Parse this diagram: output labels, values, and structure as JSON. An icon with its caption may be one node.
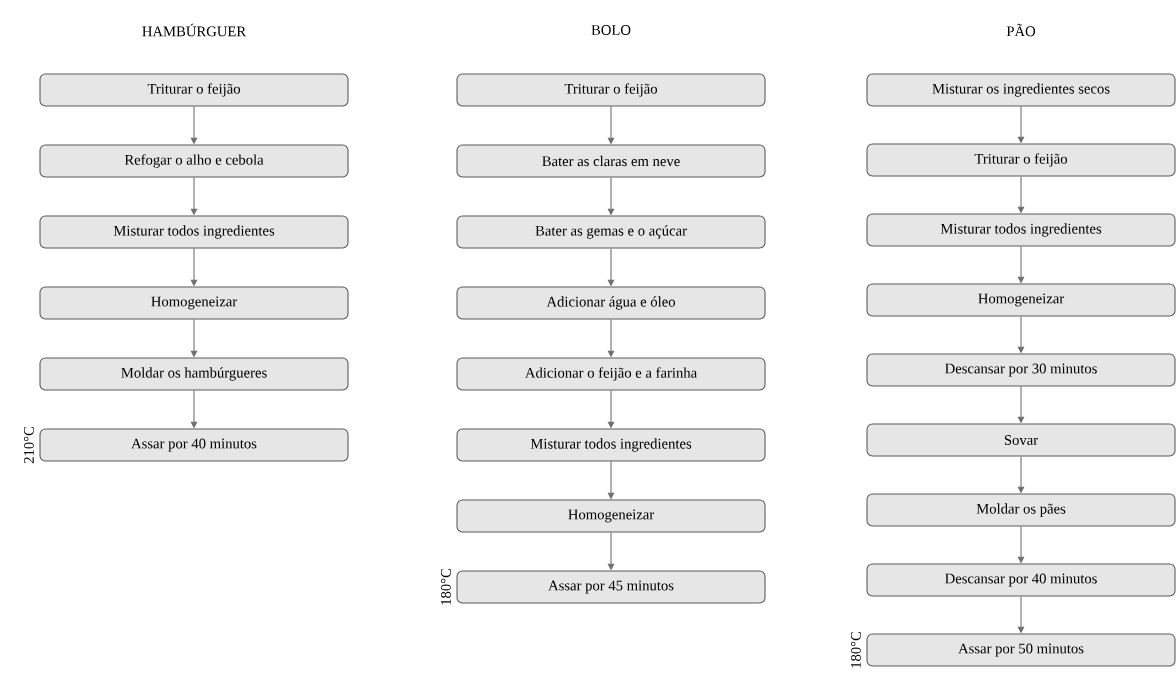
{
  "diagram": {
    "nodes": [
      {
        "text": [
          "Triturar o feijão"
        ]
      },
      {
        "text": [
          "Refogar o alho e cebola"
        ]
      },
      {
        "text": [
          "Misturar todos ingredientes"
        ]
      },
      {
        "text": [
          "Homogeneizar"
        ]
      },
      {
        "text": [
          "Moldar os hambúrgueres"
        ]
      },
      {
        "text": [
          "Assar por 40 minutos"
        ],
        "beside": [
          "210°C"
        ]
      },
      {
        "text": [
          "Triturar o feijão"
        ]
      },
      {
        "text": [
          "Bater as claras em neve"
        ]
      },
      {
        "text": [
          "Bater as gemas e o açúcar"
        ]
      },
      {
        "text": [
          "Adicionar água e óleo"
        ]
      },
      {
        "text": [
          "Adicionar o feijão e a farinha"
        ]
      },
      {
        "text": [
          "Misturar todos ingredientes"
        ]
      },
      {
        "text": [
          "Homogeneizar"
        ]
      },
      {
        "text": [
          "Assar por 45 minutos"
        ],
        "beside": [
          "180°C"
        ]
      },
      {
        "text": [
          "Misturar os ingredientes secos"
        ]
      },
      {
        "text": [
          "Triturar o feijão"
        ]
      },
      {
        "text": [
          "Misturar todos ingredientes"
        ]
      },
      {
        "text": [
          "Homogeneizar"
        ]
      },
      {
        "text": [
          "Descansar por 30 minutos"
        ]
      },
      {
        "text": [
          "Sovar"
        ]
      },
      {
        "text": [
          "Moldar os pães"
        ]
      },
      {
        "text": [
          "Descansar por 40 minutos"
        ]
      },
      {
        "text": [
          "Assar por 50 minutos"
        ],
        "beside": [
          "180°C"
        ]
      }
    ],
    "edges": [
      {
        "from": 0,
        "to": 1,
        "arrow": "to"
      },
      {
        "from": 1,
        "to": 2,
        "arrow": "to"
      },
      {
        "from": 2,
        "to": 3,
        "arrow": "to"
      },
      {
        "from": 3,
        "to": 4,
        "arrow": "to"
      },
      {
        "from": 4,
        "to": 5,
        "arrow": "to"
      },
      {
        "from": 6,
        "to": 7,
        "arrow": "to"
      },
      {
        "from": 7,
        "to": 8,
        "arrow": "to"
      },
      {
        "from": 8,
        "to": 9,
        "arrow": "to"
      },
      {
        "from": 9,
        "to": 10,
        "arrow": "to"
      },
      {
        "from": 10,
        "to": 11,
        "arrow": "to"
      },
      {
        "from": 11,
        "to": 12,
        "arrow": "to"
      },
      {
        "from": 12,
        "to": 13,
        "arrow": "to"
      },
      {
        "from": 14,
        "to": 15,
        "arrow": "to"
      },
      {
        "from": 15,
        "to": 16,
        "arrow": "to"
      },
      {
        "from": 16,
        "to": 17,
        "arrow": "to"
      },
      {
        "from": 17,
        "to": 18,
        "arrow": "to"
      },
      {
        "from": 18,
        "to": 19,
        "arrow": "to"
      },
      {
        "from": 19,
        "to": 20,
        "arrow": "to"
      },
      {
        "from": 20,
        "to": 21,
        "arrow": "to"
      },
      {
        "from": 21,
        "to": 22,
        "arrow": "to"
      }
    ],
    "labels": [
      "HAMBÚRGUER",
      "BOLO",
      "PÃO"
    ]
  }
}
